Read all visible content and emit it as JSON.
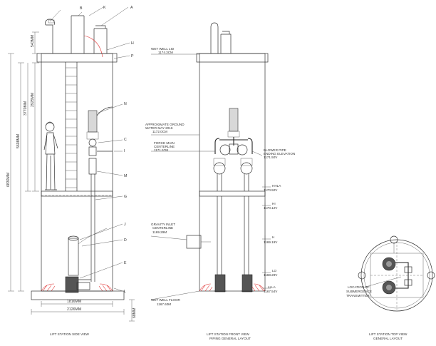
{
  "side_view": {
    "callouts": [
      "A",
      "B",
      "K",
      "H",
      "P",
      "N",
      "C",
      "I",
      "M",
      "G",
      "J",
      "D",
      "E",
      "L"
    ],
    "dimensions": {
      "top": "543MM",
      "upper": "2925MM",
      "mid": "3770MM",
      "left_tall": "5608MM",
      "overall": "6830MM",
      "base_inner": "1816MM",
      "base_outer": "2126MM",
      "base_height": "68MM"
    },
    "caption": "LIFT STATION SIDE VIEW"
  },
  "front_view": {
    "labels": {
      "lid": "WET WELL LID",
      "lid_elev": "1174.3CM",
      "ground": "APPROXIMATE GROUND",
      "ground2": "WATER MAY 2016",
      "ground_elev": "1172.0CM",
      "force_main": "FORCE MAIN",
      "force_main2": "CENTERLINE",
      "force_main_elev": "1171.57M",
      "blower": "BLOWER PIPE",
      "blower2": "ENDING ELEVATION",
      "blower_elev": "1171.50V",
      "hhla": "HHLA",
      "hhla_elev": "1170.50V",
      "hi": "HI",
      "hi_elev": "1170.12V",
      "gravity": "GRAVITY INLET",
      "gravity2": "CENTERLINE",
      "gravity_elev": "1169.29M",
      "h": "H",
      "h_elev": "1169.19V",
      "lo": "LO",
      "lo_elev": "1168.29V",
      "llla": "LLLA",
      "llla_elev": "1167.54V",
      "floor": "WET WELL FLOOR",
      "floor_elev": "1167.60M"
    },
    "caption1": "LIFT STATION FRONT VIEW",
    "caption2": "PIPING GENERAL LAYOUT"
  },
  "top_view": {
    "label1": "LOCATION OF",
    "label2": "SUBMERGENCE",
    "label3": "TRANSMITTER",
    "caption1": "LIFT STATION TOP VIEW",
    "caption2": "GENERAL LAYOUT"
  }
}
